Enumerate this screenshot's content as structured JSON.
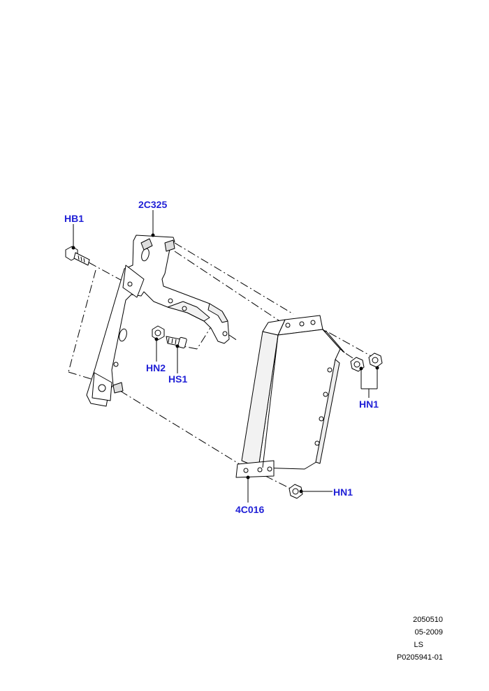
{
  "diagram": {
    "callouts": {
      "bracket": "2C325",
      "bolt": "HB1",
      "nut_small": "HN2",
      "stud": "HS1",
      "nuts_pair": "HN1",
      "nut_lower": "HN1",
      "module": "4C016"
    },
    "footer": {
      "line1": "2050510",
      "line2": "05-2009",
      "line3": "LS",
      "line4": "P0205941-01"
    },
    "colors": {
      "callout_text": "#1f1fd6",
      "line_art": "#000000",
      "background": "#ffffff"
    }
  }
}
